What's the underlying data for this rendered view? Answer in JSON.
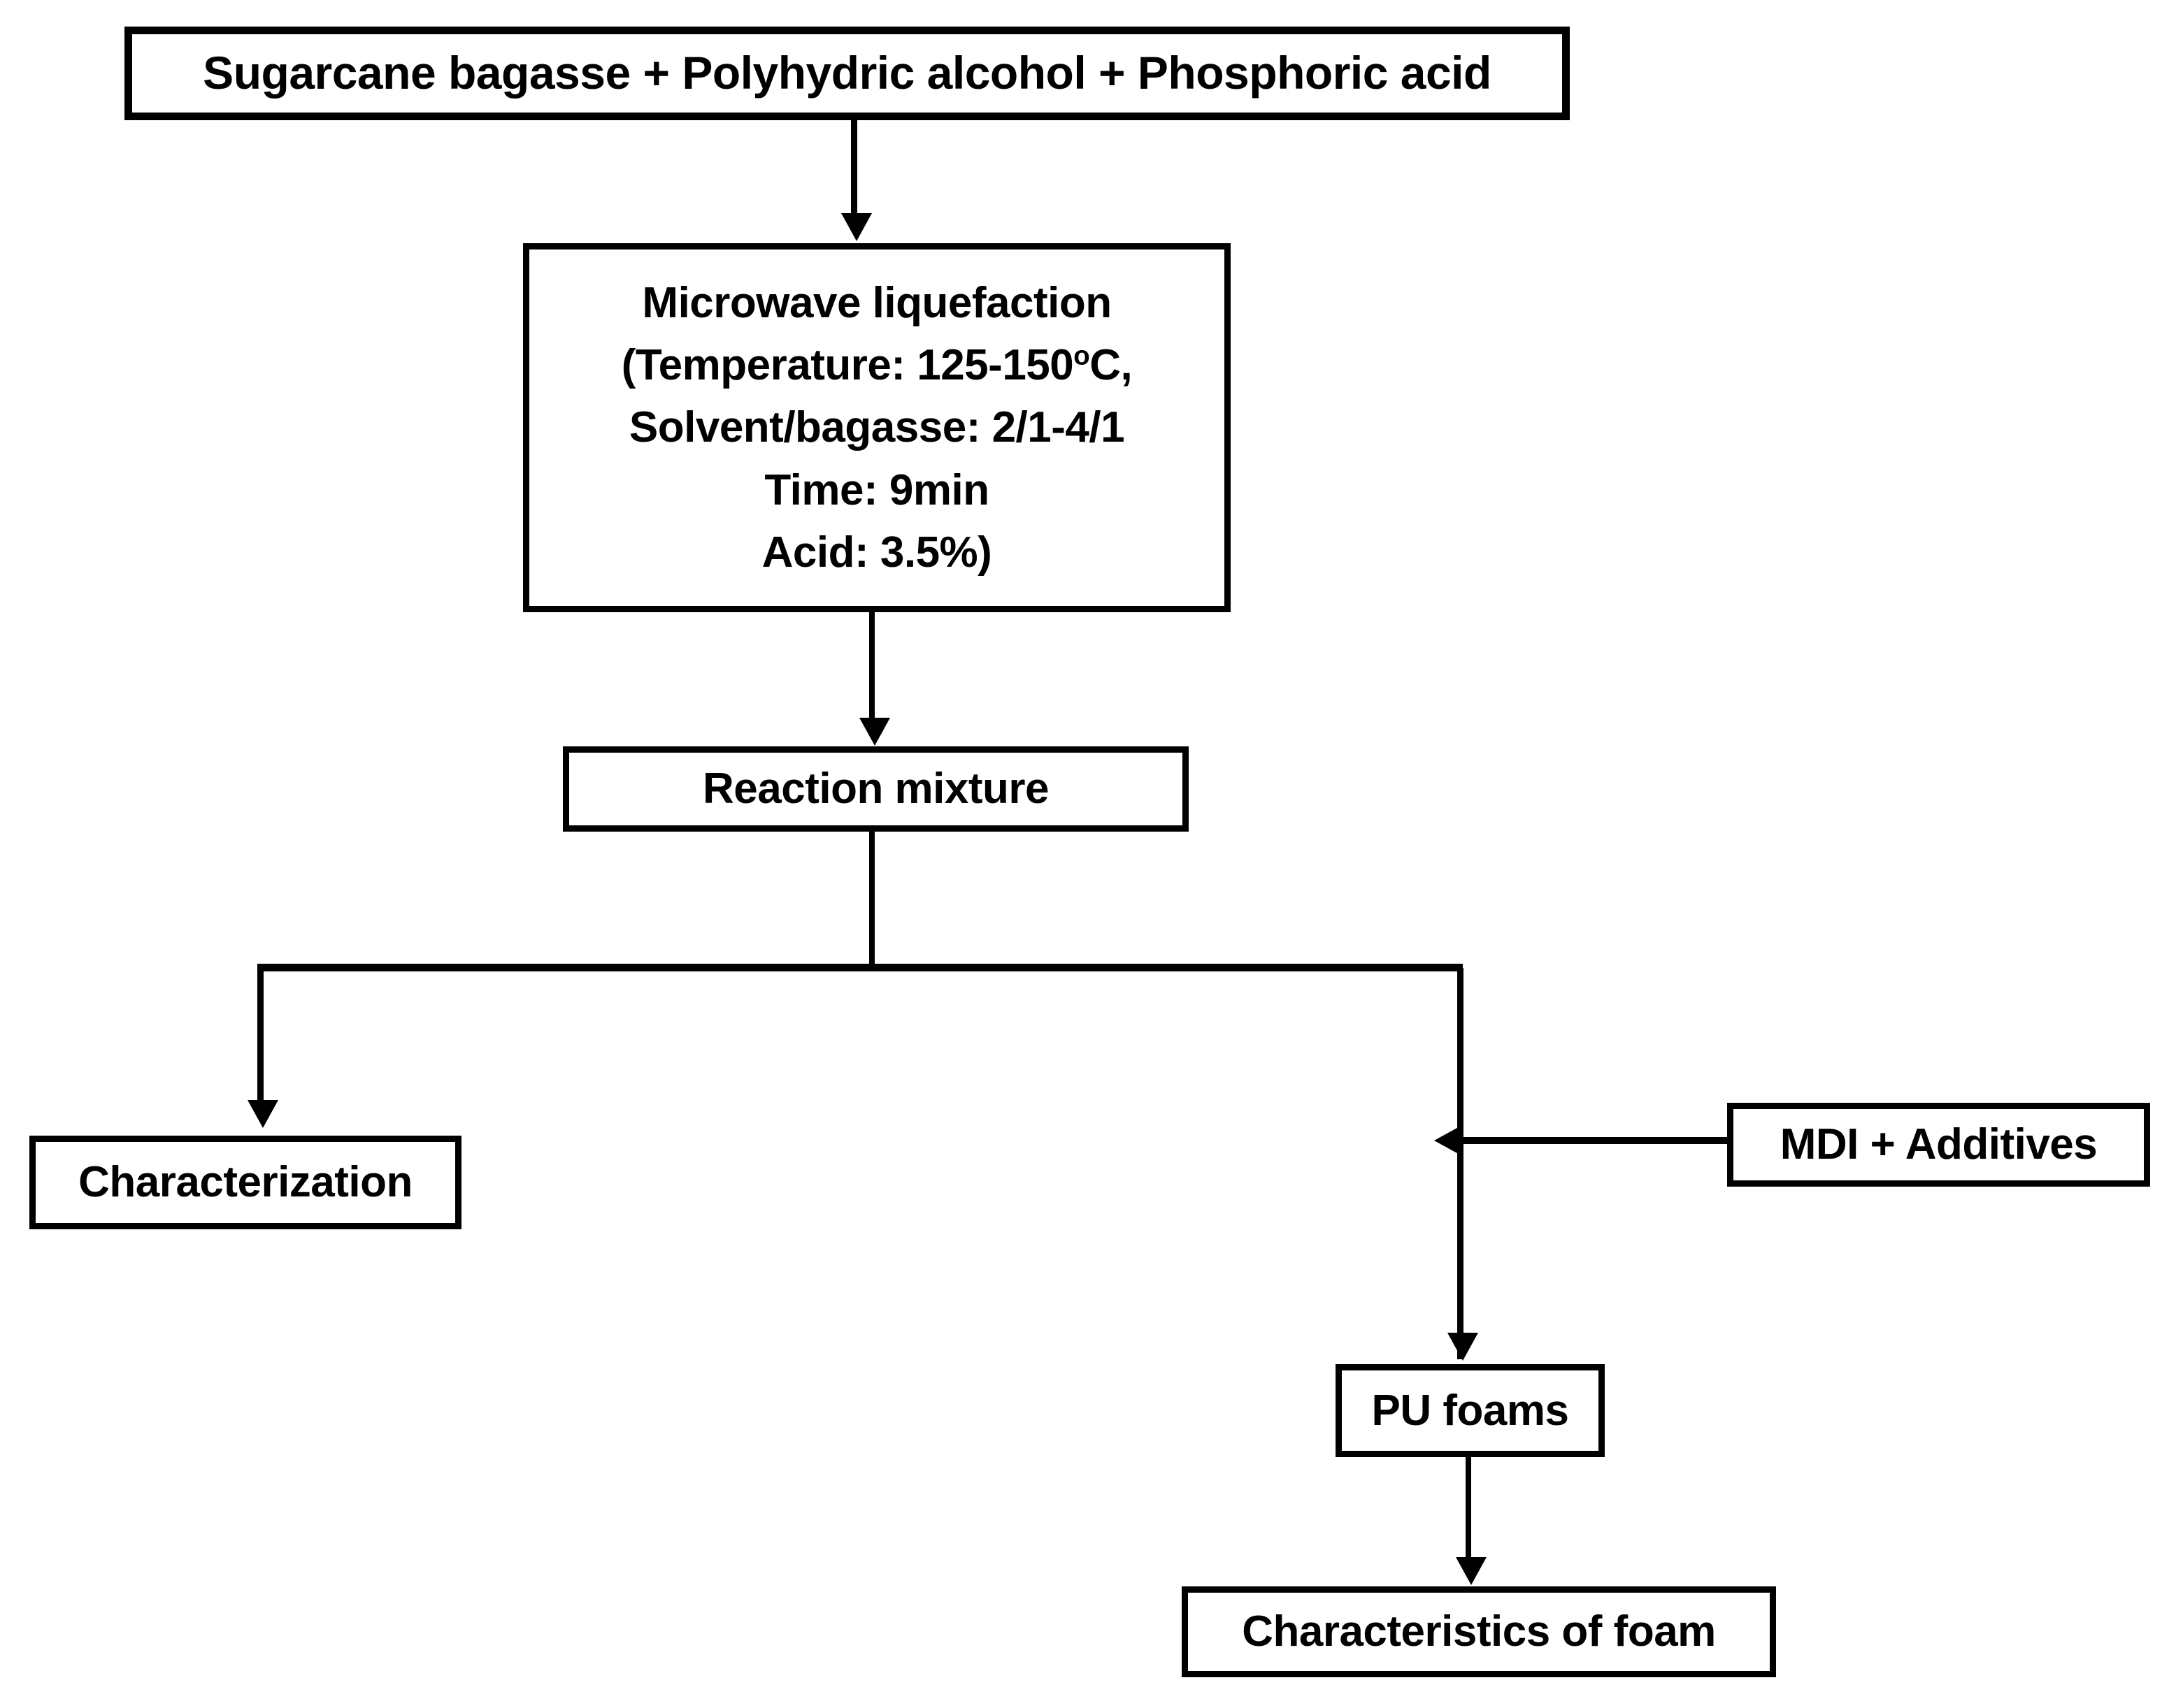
{
  "diagram": {
    "title": "Sugarcane bagasse liquefaction to polyurethane foam process flowchart",
    "type": "flowchart",
    "orientation": "top-to-bottom",
    "colors": {
      "background": "#ffffff",
      "stroke": "#000000",
      "text": "#000000"
    },
    "nodes": [
      {
        "id": "feedstock",
        "label": "Sugarcane bagasse + Polyhydric alcohol + Phosphoric acid",
        "lines": [
          "Sugarcane bagasse + Polyhydric alcohol + Phosphoric acid"
        ]
      },
      {
        "id": "liquefaction",
        "label": "Microwave liquefaction",
        "lines": [
          "Microwave liquefaction",
          "(Temperature: 125-150",
          "Solvent/bagasse: 2/1-4/1",
          "Time: 9min",
          "Acid: 3.5%)"
        ],
        "line1": "Microwave liquefaction",
        "line2_prefix": "(Temperature: 125-150",
        "line2_superscript": "o",
        "line2_suffix": "C,",
        "line3": "Solvent/bagasse: 2/1-4/1",
        "line4": "Time: 9min",
        "line5": "Acid: 3.5%)",
        "parameters": {
          "temperature": "125-150°C",
          "solvent_to_bagasse_ratio": "2/1-4/1",
          "time": "9min",
          "acid": "3.5%"
        }
      },
      {
        "id": "reaction-mixture",
        "label": "Reaction mixture",
        "lines": [
          "Reaction mixture"
        ]
      },
      {
        "id": "characterization",
        "label": "Characterization",
        "lines": [
          "Characterization"
        ]
      },
      {
        "id": "mdi-additives",
        "label": "MDI + Additives",
        "lines": [
          "MDI + Additives"
        ]
      },
      {
        "id": "pu-foams",
        "label": "PU foams",
        "lines": [
          "PU foams"
        ]
      },
      {
        "id": "foam-characteristics",
        "label": "Characteristics of foam",
        "lines": [
          "Characteristics of foam"
        ]
      }
    ],
    "edges": [
      {
        "id": "e1",
        "from": "feedstock",
        "to": "liquefaction",
        "style": "arrow-down"
      },
      {
        "id": "e2",
        "from": "liquefaction",
        "to": "reaction-mixture",
        "style": "arrow-down"
      },
      {
        "id": "e3",
        "from": "reaction-mixture",
        "to": "split-bar",
        "style": "line"
      },
      {
        "id": "e4",
        "from": "split-bar",
        "to": "characterization",
        "style": "arrow-down"
      },
      {
        "id": "e5",
        "from": "split-bar",
        "to": "pu-foams",
        "style": "arrow-down"
      },
      {
        "id": "e6",
        "from": "mdi-additives",
        "to": "pu-foams-branch",
        "style": "arrow-left"
      },
      {
        "id": "e7",
        "from": "pu-foams",
        "to": "foam-characteristics",
        "style": "arrow-down"
      }
    ]
  }
}
